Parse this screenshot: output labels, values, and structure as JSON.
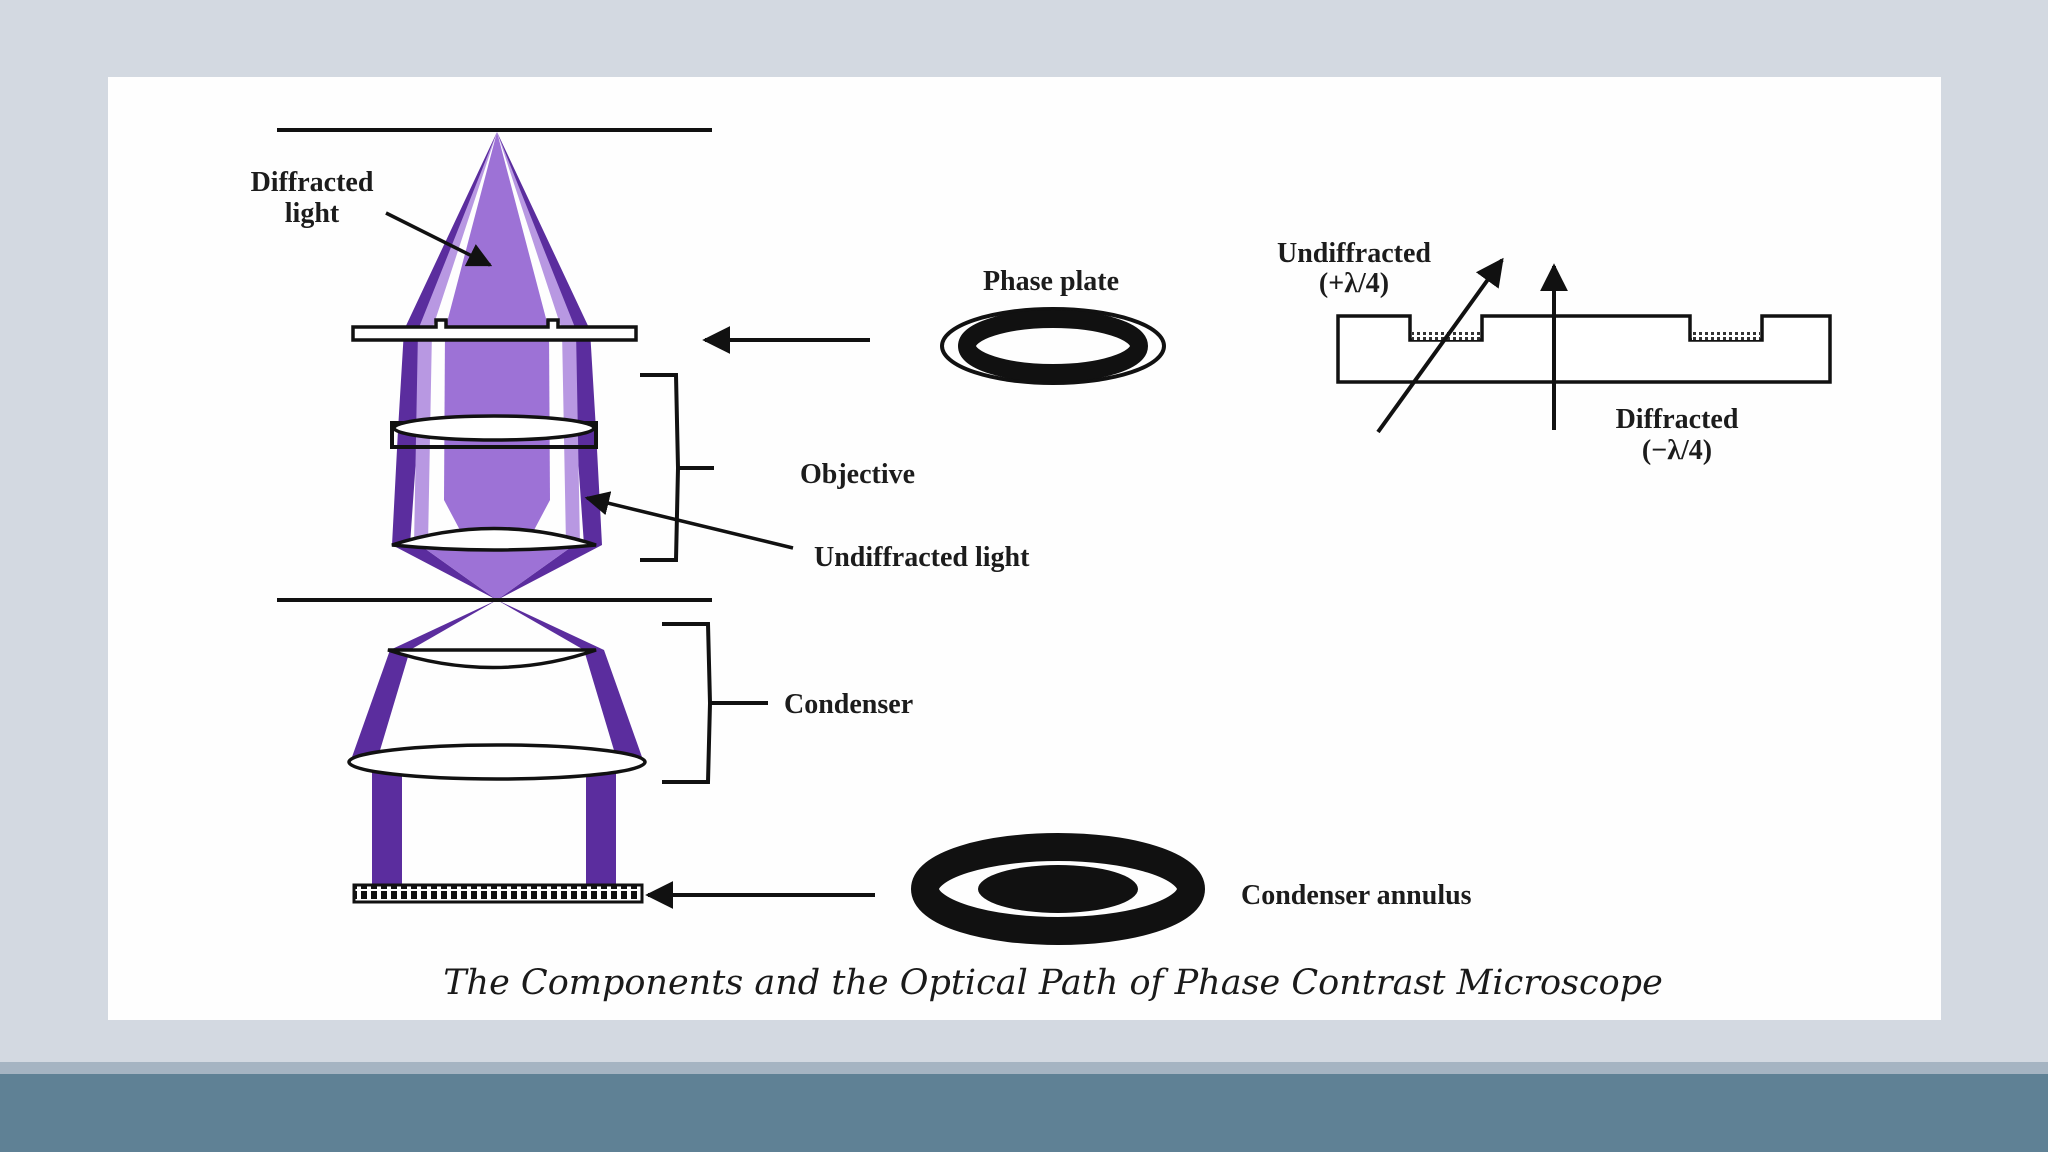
{
  "figure": {
    "caption": "The Components and the Optical Path of Phase Contrast Microscope",
    "labels": {
      "diffracted_light_line1": "Diffracted",
      "diffracted_light_line2": "light",
      "phase_plate": "Phase plate",
      "objective": "Objective",
      "undiffracted_light": "Undiffracted  light",
      "condenser": "Condenser",
      "condenser_annulus": "Condenser annulus",
      "undiffracted_phase_line1": "Undiffracted",
      "undiffracted_phase_line2": "(+λ/4)",
      "diffracted_phase_line1": "Diffracted",
      "diffracted_phase_line2": "(−λ/4)"
    }
  },
  "colors": {
    "slide_background": "#d3d9e1",
    "slide_area": "#fefefe",
    "bottom_bar": "#5f8195",
    "light_path_dark": "#5b2d9e",
    "light_path_light": "#9d72d6"
  },
  "icons": {
    "phase_plate": "phase-plate-ring-icon",
    "condenser_annulus": "condenser-annulus-ring-icon"
  }
}
